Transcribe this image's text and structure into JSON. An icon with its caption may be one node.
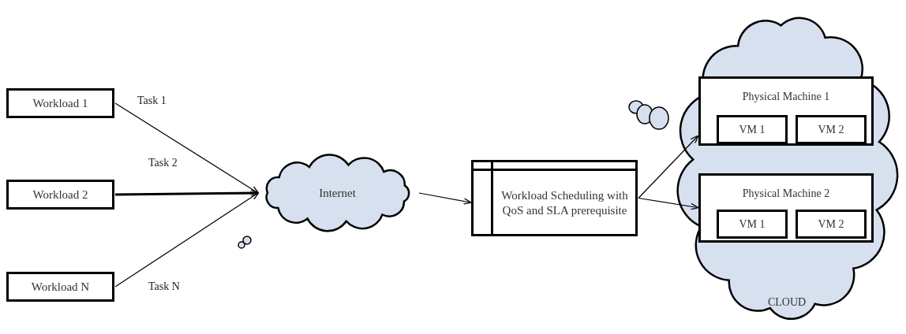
{
  "diagram": {
    "nodes": [
      {
        "text": [
          "Workload 1"
        ]
      },
      {
        "text": [
          "Workload 2"
        ]
      },
      {
        "text": [
          "Workload N"
        ]
      },
      {
        "text": [
          "Internet"
        ]
      },
      {
        "text": [
          "Workload Scheduling with QoS and SLA prerequisite"
        ]
      },
      {
        "text": [
          "CLOUD"
        ]
      },
      {
        "text": [
          "Physical Machine 1"
        ],
        "in": 5
      },
      {
        "text": [
          "VM 1"
        ],
        "in": 6
      },
      {
        "text": [
          "VM 2"
        ],
        "in": 6
      },
      {
        "text": [
          "Physical Machine 2"
        ],
        "in": 5
      },
      {
        "text": [
          "VM 1"
        ],
        "in": 9
      },
      {
        "text": [
          "VM 2"
        ],
        "in": 9
      }
    ],
    "edges": [
      {
        "from": 0,
        "to": 3,
        "arrow": "to",
        "label": "Task 1"
      },
      {
        "from": 1,
        "to": 3,
        "arrow": "to",
        "label": "Task 2",
        "style": "thick"
      },
      {
        "from": 2,
        "to": 3,
        "arrow": "to",
        "label": "Task N"
      },
      {
        "from": 3,
        "to": 4,
        "arrow": "to"
      },
      {
        "from": 4,
        "to": 6,
        "arrow": "to"
      },
      {
        "from": 4,
        "to": 9,
        "arrow": "to"
      }
    ]
  }
}
